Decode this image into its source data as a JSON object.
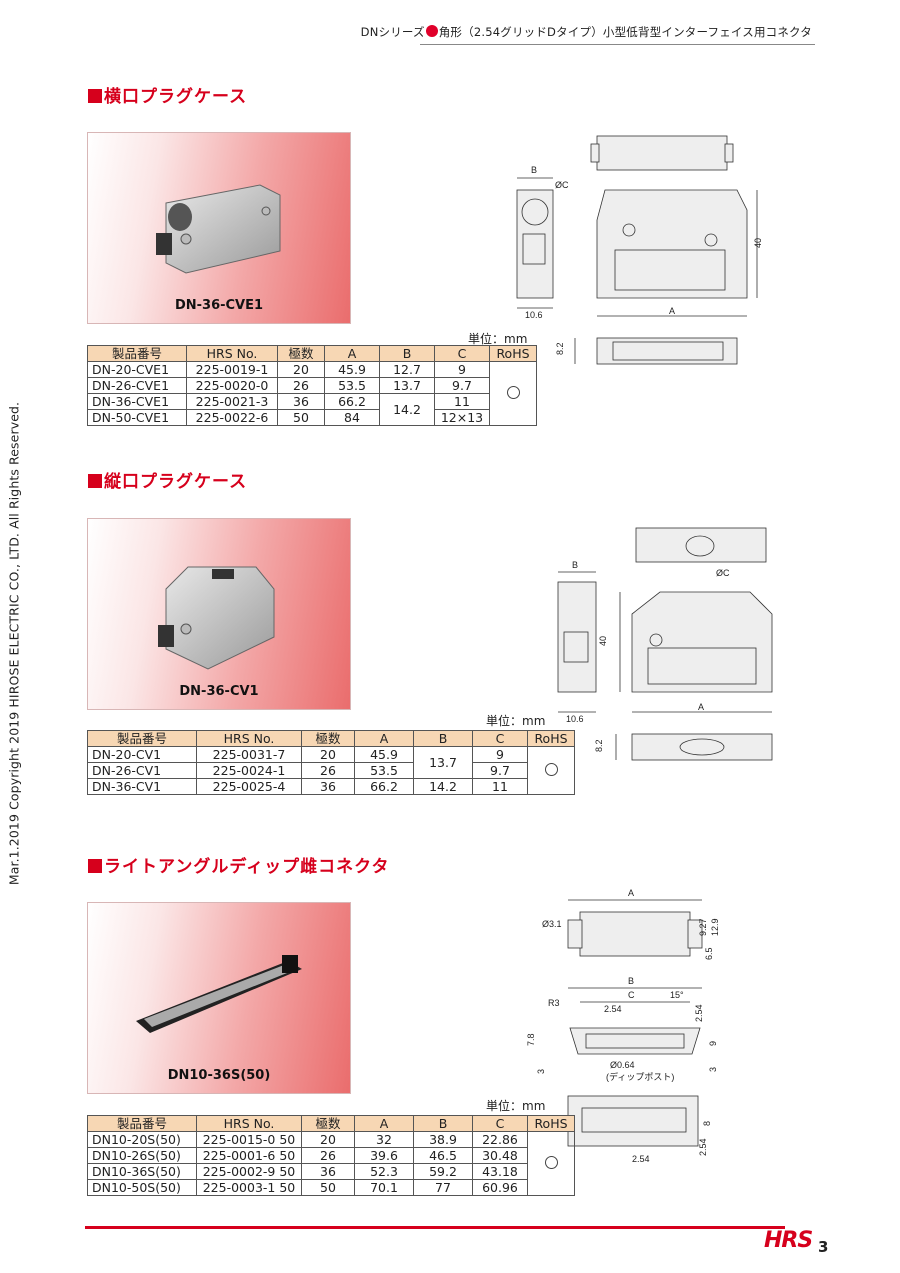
{
  "header": {
    "pre": "DNシリーズ",
    "post": "角形（2.54グリッドDタイプ）小型低背型インターフェイス用コネクタ"
  },
  "copyright": "Mar.1.2019 Copyright 2019 HIROSE ELECTRIC CO., LTD. All Rights Reserved.",
  "sections": [
    {
      "title": "横口プラグケース",
      "photo_label": "DN-36-CVE1",
      "unit": "単位：mm",
      "headers": [
        "製品番号",
        "HRS No.",
        "極数",
        "A",
        "B",
        "C",
        "RoHS"
      ],
      "rows": [
        [
          "DN-20-CVE1",
          "225-0019-1",
          "20",
          "45.9",
          "12.7",
          "9"
        ],
        [
          "DN-26-CVE1",
          "225-0020-0",
          "26",
          "53.5",
          "13.7",
          "9.7"
        ],
        [
          "DN-36-CVE1",
          "225-0021-3",
          "36",
          "66.2",
          "14.2",
          "11"
        ],
        [
          "DN-50-CVE1",
          "225-0022-6",
          "50",
          "84",
          "",
          "12×13"
        ]
      ],
      "rohs": "○",
      "dims": {
        "b": "B",
        "c": "ØC",
        "h": "40",
        "w": "10.6",
        "a": "A",
        "t": "8.2"
      }
    },
    {
      "title": "縦口プラグケース",
      "photo_label": "DN-36-CV1",
      "unit": "単位：mm",
      "headers": [
        "製品番号",
        "HRS No.",
        "極数",
        "A",
        "B",
        "C",
        "RoHS"
      ],
      "rows": [
        [
          "DN-20-CV1",
          "225-0031-7",
          "20",
          "45.9",
          "13.7",
          "9"
        ],
        [
          "DN-26-CV1",
          "225-0024-1",
          "26",
          "53.5",
          "",
          "9.7"
        ],
        [
          "DN-36-CV1",
          "225-0025-4",
          "36",
          "66.2",
          "14.2",
          "11"
        ]
      ],
      "rohs": "○",
      "dims": {
        "b": "B",
        "c": "ØC",
        "h": "40",
        "w": "10.6",
        "a": "A",
        "t": "8.2"
      }
    },
    {
      "title": "ライトアングルディップ雌コネクタ",
      "photo_label": "DN10-36S(50)",
      "unit": "単位：mm",
      "headers": [
        "製品番号",
        "HRS No.",
        "極数",
        "A",
        "B",
        "C",
        "RoHS"
      ],
      "rows": [
        [
          "DN10-20S(50)",
          "225-0015-0 50",
          "20",
          "32",
          "38.9",
          "22.86"
        ],
        [
          "DN10-26S(50)",
          "225-0001-6 50",
          "26",
          "39.6",
          "46.5",
          "30.48"
        ],
        [
          "DN10-36S(50)",
          "225-0002-9 50",
          "36",
          "52.3",
          "59.2",
          "43.18"
        ],
        [
          "DN10-50S(50)",
          "225-0003-1 50",
          "50",
          "70.1",
          "77",
          "60.96"
        ]
      ],
      "rohs": "○",
      "dims": {
        "a": "A",
        "hole": "Ø3.1",
        "h1": "9.27",
        "h2": "12.9",
        "h3": "6.5",
        "b": "B",
        "c": "C",
        "pitch": "2.54",
        "r": "R3",
        "angle": "15°",
        "p2": "2.54",
        "h4": "7.8",
        "h5": "9",
        "h6": "3",
        "h7": "3",
        "dip": "Ø0.64",
        "dip_note": "(ディップポスト)",
        "h8": "8",
        "h9": "2.54",
        "p3": "2.54"
      }
    }
  ],
  "footer": {
    "logo": "HRS",
    "page": "3"
  }
}
